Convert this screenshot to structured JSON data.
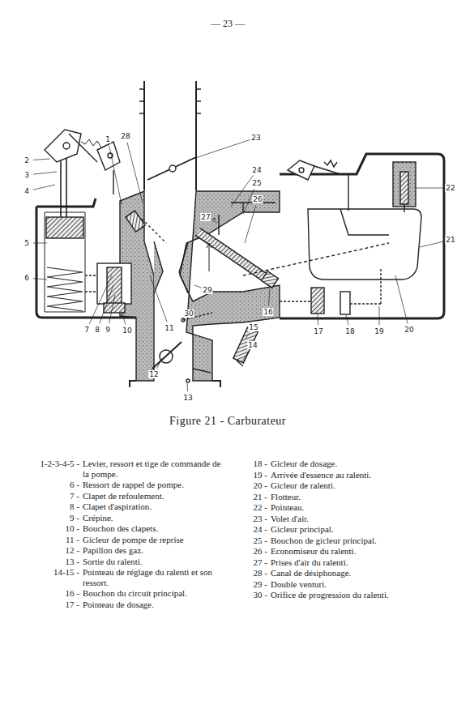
{
  "diagram": {
    "caption": "Figure 21 - Carburateur",
    "labels": [
      "— 23 —",
      "1",
      "2",
      "3",
      "4",
      "5",
      "6",
      "7",
      "8",
      "9",
      "10",
      "11",
      "12",
      "13",
      "14",
      "15",
      "16",
      "17",
      "18",
      "19",
      "20",
      "21",
      "22",
      "23",
      "24",
      "25",
      "26",
      "27",
      "28",
      "29",
      "30",
      "1-2-3-4-5 -",
      "Levier, ressort et tige de commande de la pompe.",
      "6 -",
      "Ressort de rappel de pompe.",
      "7 -",
      "Clapet de refoulement.",
      "8 -",
      "Clapet d'aspiration.",
      "9 -",
      "Crépine.",
      "10 -",
      "Bouchon des clapets.",
      "11 -",
      "Gicleur de pompe de reprise",
      "12 -",
      "Papillon des gaz.",
      "13 -",
      "Sortie du ralenti.",
      "14-15 -",
      "Pointeau de réglage du ralenti et son ressort.",
      "16 -",
      "Bouchon du circuit principal.",
      "17 -",
      "Pointeau de dosage.",
      "18 -",
      "Gicleur de dosage.",
      "19 -",
      "Arrivée d'essence au ralenti.",
      "20 -",
      "Gicleur de ralenti.",
      "21 -",
      "Flotteur.",
      "22 -",
      "Pointeau.",
      "23 -",
      "Volet d'air.",
      "24 -",
      "Gicleur principal.",
      "25 -",
      "Bouchon de gicleur principal.",
      "26 -",
      "Economiseur du ralenti.",
      "27 -",
      "Prises d'air du ralenti.",
      "28 -",
      "Canal de désiphonage.",
      "29 -",
      "Double venturi.",
      "30 -",
      "Orifice de progression du ralenti."
    ]
  }
}
